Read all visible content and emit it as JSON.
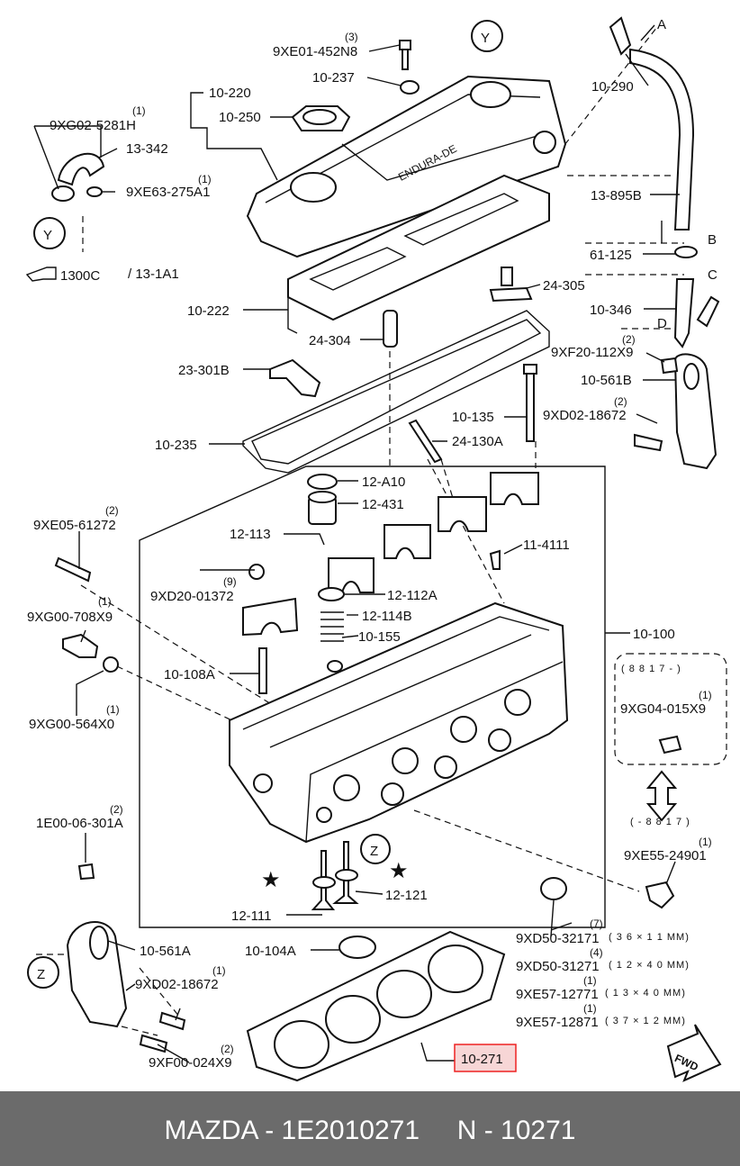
{
  "labels": {
    "p_9xe01": "9XE01-452N8",
    "q_9xe01": "(3)",
    "p_10237": "10-237",
    "p_10220": "10-220",
    "p_10250": "10-250",
    "p_9xg02": "9XG02-5281H",
    "q_9xg02": "(1)",
    "p_13342": "13-342",
    "p_9xe63": "9XE63-275A1",
    "q_9xe63": "(1)",
    "y_left": "Y",
    "y_top": "Y",
    "ref_main": "1300C",
    "ref_sub": "/ 13-1A1",
    "p_10222": "10-222",
    "p_24305": "24-305",
    "p_24304": "24-304",
    "p_23301b": "23-301B",
    "p_10235": "10-235",
    "p_10135": "10-135",
    "p_24130a": "24-130A",
    "p_10290": "10-290",
    "a_A": "A",
    "p_13895b": "13-895B",
    "a_B": "B",
    "p_61125": "61-125",
    "a_C": "C",
    "p_10346": "10-346",
    "a_D": "D",
    "p_9xf20": "9XF20-112X9",
    "q_9xf20": "(2)",
    "p_10561b": "10-561B",
    "p_9xd02_top": "9XD02-18672",
    "q_9xd02_top": "(2)",
    "p_12a10": "12-A10",
    "p_12431": "12-431",
    "p_12113": "12-113",
    "p_114111": "11-4111",
    "p_9xe05": "9XE05-61272",
    "q_9xe05": "(2)",
    "p_9xd20": "9XD20-01372",
    "q_9xd20": "(9)",
    "p_12112a": "12-112A",
    "p_12114b": "12-114B",
    "p_10155": "10-155",
    "p_10100": "10-100",
    "p_9xg00_708": "9XG00-708X9",
    "q_9xg00_708": "(1)",
    "p_10108a": "10-108A",
    "p_9xg00_564": "9XG00-564X0",
    "q_9xg00_564": "(1)",
    "box_range": "( 8 8 1 7 - )",
    "p_9xg04": "9XG04-015X9",
    "q_9xg04": "(1)",
    "range_below": "( - 8 8 1 7 )",
    "p_1e00": "1E00-06-301A",
    "q_1e00": "(2)",
    "z_mid": "Z",
    "p_9xe55": "9XE55-24901",
    "q_9xe55": "(1)",
    "p_12121": "12-121",
    "p_12111": "12-111",
    "p_9xd50_32": "9XD50-32171",
    "q_9xd50_32": "(7)",
    "n_9xd50_32": "( 3 6 × 1 1 MM)",
    "p_10561a": "10-561A",
    "p_10104a": "10-104A",
    "p_9xd50_31": "9XD50-31271",
    "q_9xd50_31": "(4)",
    "n_9xd50_31": "( 1 2 × 4 0 MM)",
    "z_left": "Z",
    "p_9xd02_bot": "9XD02-18672",
    "q_9xd02_bot": "(1)",
    "p_9xe57_127": "9XE57-12771",
    "q_9xe57_127": "(1)",
    "n_9xe57_127": "( 1 3 × 4 0 MM)",
    "p_9xe57_128": "9XE57-12871",
    "q_9xe57_128": "(1)",
    "n_9xe57_128": "( 3 7 × 1 2 MM)",
    "p_9xf00": "9XF00-024X9",
    "q_9xf00": "(2)",
    "p_10271": "10-271",
    "cover_text": "ENDURA-DE",
    "fwd": "FWD"
  },
  "highlight_color": "#ee2222",
  "highlight_fill": "#f7d6d6",
  "footer": {
    "text": "MAZDA - 1E2010271     N - 10271",
    "background": "#6b6b6b"
  },
  "icons": [
    "pointing-hand-icon",
    "star-icon",
    "fwd-arrow-icon",
    "double-arrow-icon"
  ]
}
